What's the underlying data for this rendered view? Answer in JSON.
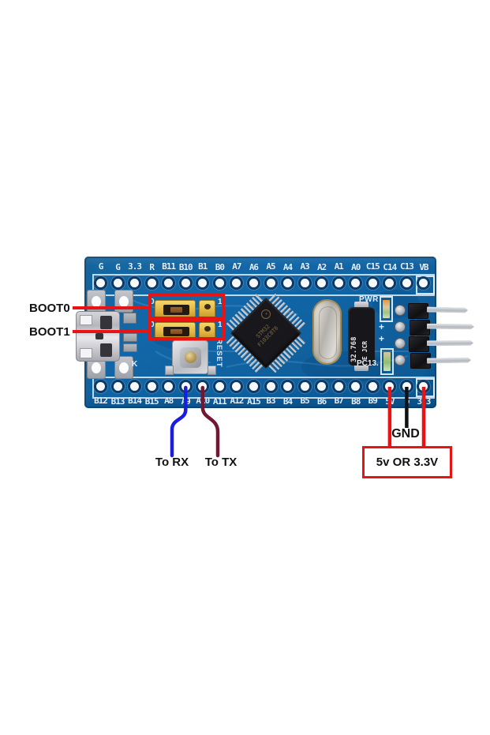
{
  "annotations": {
    "boot0": "BOOT0",
    "boot1": "BOOT1",
    "to_rx": "To RX",
    "to_tx": "To TX",
    "gnd": "GND",
    "power_choice": "5v OR 3.3V"
  },
  "board": {
    "top_pins": [
      "G",
      "G",
      "3.3",
      "R",
      "B11",
      "B10",
      "B1",
      "B0",
      "A7",
      "A6",
      "A5",
      "A4",
      "A3",
      "A2",
      "A1",
      "A0",
      "C15",
      "C14",
      "C13",
      "VB"
    ],
    "bottom_pins": [
      "B12",
      "B13",
      "B14",
      "B15",
      "A8",
      "A9",
      "A10",
      "A11",
      "A12",
      "A15",
      "B3",
      "B4",
      "B5",
      "B6",
      "B7",
      "B8",
      "B9",
      "5V",
      "G",
      "3.3"
    ],
    "silkscreen": {
      "pwr": "PWR",
      "pc13": "PC13.",
      "reset": "RESET",
      "k": "K",
      "plus": "+",
      "jumper_zero": "0",
      "jumper_one": "1"
    },
    "rtc_crystal": {
      "line1": "32.768",
      "line2": "E JCR"
    },
    "mcu_marking": {
      "line1": "STM32",
      "line2": "F103C8T6"
    }
  },
  "colors": {
    "pcb_blue": "#1166a5",
    "silkscreen": "#e6effa",
    "annotation_red": "#e81313",
    "wire_blue": "#1d1de0",
    "wire_maroon": "#731832",
    "wire_black": "#111111",
    "jumper_yellow": "#e2b742"
  }
}
